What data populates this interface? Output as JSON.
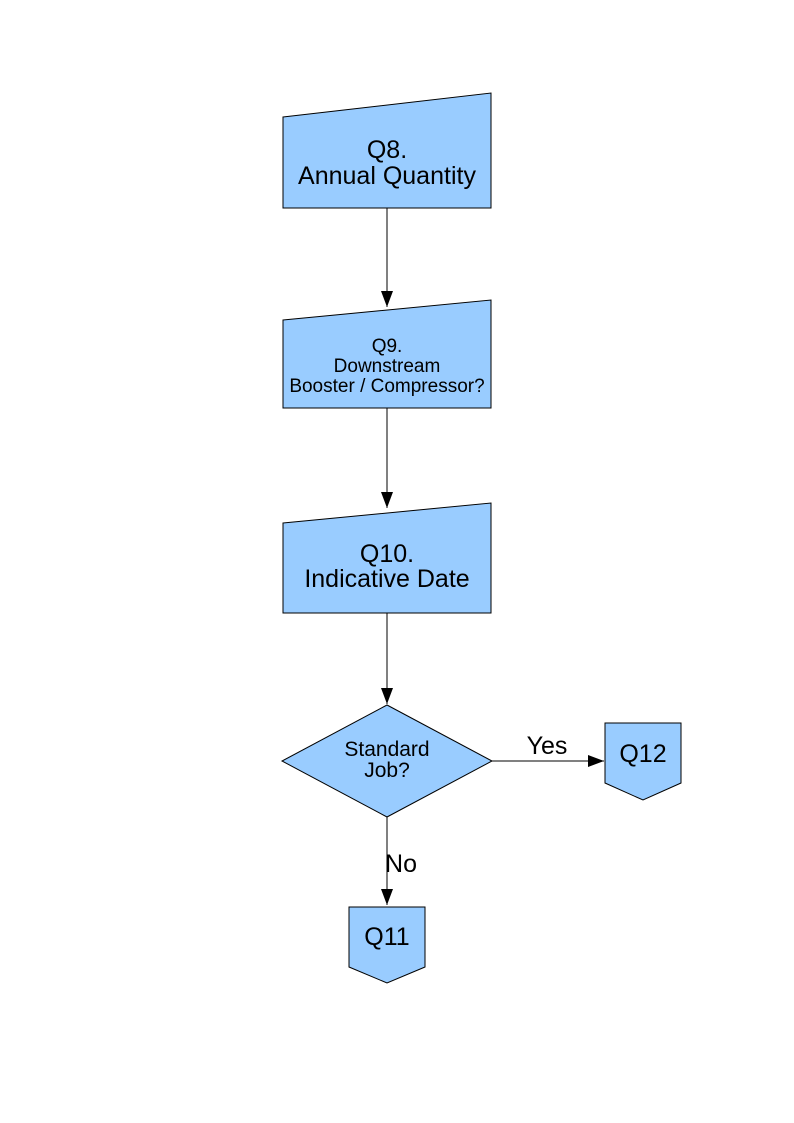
{
  "page": {
    "background": "#ffffff"
  },
  "flowchart": {
    "style": {
      "node_fill": "#99CCFF",
      "node_stroke": "#000000",
      "connector_color": "#000000",
      "text_color": "#000000"
    },
    "nodes": {
      "q8": {
        "type": "manual-input-box",
        "lines": [
          "Q8.",
          "Annual Quantity"
        ]
      },
      "q9": {
        "type": "manual-input-box",
        "lines": [
          "Q9.",
          "Downstream",
          "Booster / Compressor?"
        ]
      },
      "q10": {
        "type": "manual-input-box",
        "lines": [
          "Q10.",
          "Indicative Date"
        ]
      },
      "standard_job": {
        "type": "decision-diamond",
        "lines": [
          "Standard",
          "Job?"
        ]
      },
      "q12": {
        "type": "off-page-connector",
        "label": "Q12"
      },
      "q11": {
        "type": "off-page-connector",
        "label": "Q11"
      }
    },
    "edges": {
      "yes_label": "Yes",
      "no_label": "No"
    }
  }
}
